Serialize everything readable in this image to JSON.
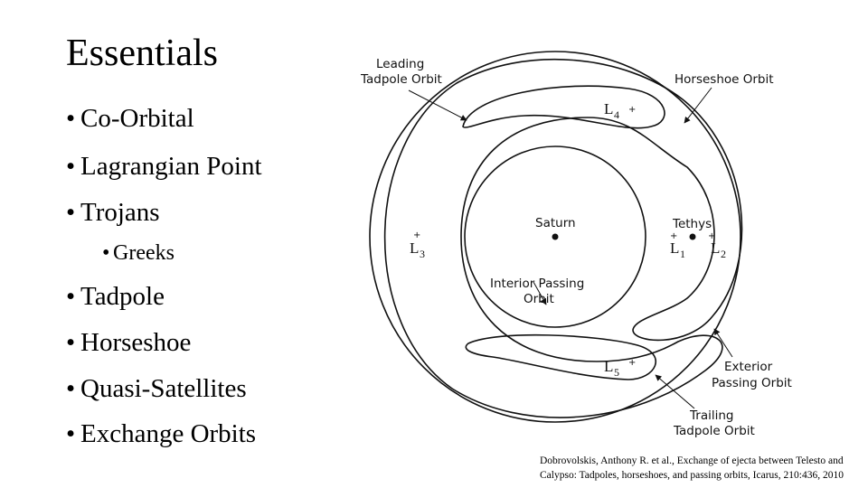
{
  "slide": {
    "title": "Essentials",
    "bullets": [
      {
        "text": "Co-Orbital",
        "level": 1
      },
      {
        "text": "Lagrangian Point",
        "level": 1
      },
      {
        "text": "Trojans",
        "level": 1
      },
      {
        "text": "Greeks",
        "level": 2
      },
      {
        "text": "Tadpole",
        "level": 1
      },
      {
        "text": "Horseshoe",
        "level": 1
      },
      {
        "text": "Quasi-Satellites",
        "level": 1
      },
      {
        "text": "Exchange Orbits",
        "level": 1
      }
    ],
    "bullet_symbol": "•"
  },
  "diagram": {
    "labels": {
      "leading_tadpole_1": "Leading",
      "leading_tadpole_2": "Tadpole Orbit",
      "horseshoe": "Horseshoe Orbit",
      "saturn": "Saturn",
      "tethys": "Tethys",
      "interior_passing_1": "Interior Passing",
      "interior_passing_2": "Orbit",
      "exterior_passing_1": "Exterior",
      "exterior_passing_2": "Passing Orbit",
      "trailing_tadpole_1": "Trailing",
      "trailing_tadpole_2": "Tadpole Orbit"
    },
    "points": {
      "L1": {
        "letter": "L",
        "sub": "1"
      },
      "L2": {
        "letter": "L",
        "sub": "2"
      },
      "L3": {
        "letter": "L",
        "sub": "3"
      },
      "L4": {
        "letter": "L",
        "sub": "4"
      },
      "L5": {
        "letter": "L",
        "sub": "5"
      }
    },
    "plus_symbol": "+"
  },
  "citation": "Dobrovolskis, Anthony R. et al., Exchange of ejecta between Telesto and Calypso: Tadpoles, horseshoes, and passing orbits, Icarus, 210:436, 2010"
}
